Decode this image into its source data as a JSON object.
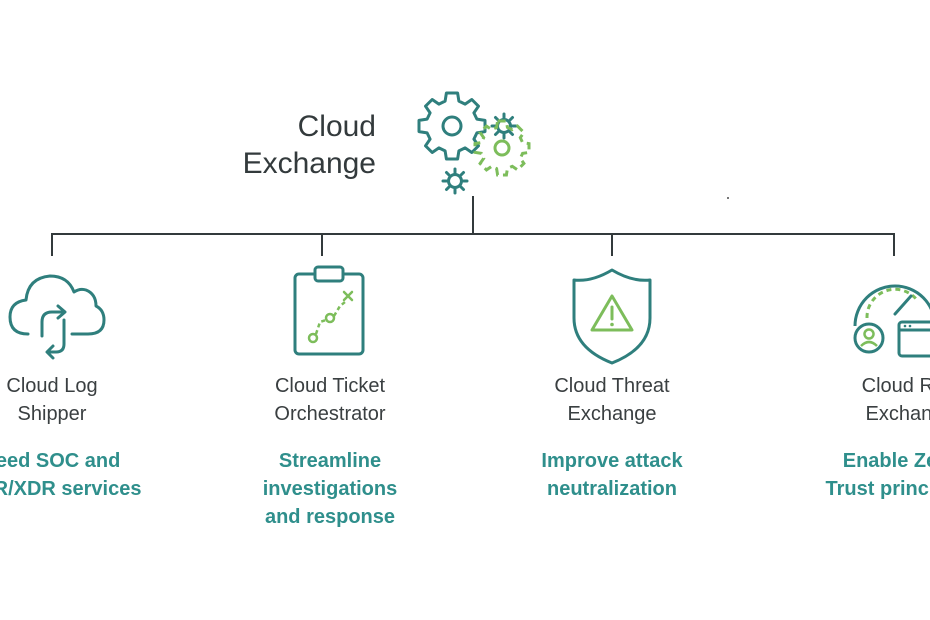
{
  "root": {
    "title_lines": [
      "Cloud",
      "Exchange"
    ],
    "icon": "gears-icon"
  },
  "modules": [
    {
      "title_lines": [
        "Cloud Log",
        "Shipper"
      ],
      "desc_lines": [
        "Feed SOC and",
        "MDR/XDR services"
      ],
      "icon": "cloud-sync-icon"
    },
    {
      "title_lines": [
        "Cloud Ticket",
        "Orchestrator"
      ],
      "desc_lines": [
        "Streamline",
        "investigations",
        "and response"
      ],
      "icon": "clipboard-workflow-icon"
    },
    {
      "title_lines": [
        "Cloud Threat",
        "Exchange"
      ],
      "desc_lines": [
        "Improve attack",
        "neutralization"
      ],
      "icon": "shield-warning-icon"
    },
    {
      "title_lines": [
        "Cloud Risk",
        "Exchange"
      ],
      "desc_lines": [
        "Enable Zero",
        "Trust principles"
      ],
      "icon": "risk-gauge-icon"
    }
  ],
  "colors": {
    "icon_teal": "#2f7f7d",
    "icon_green": "#7dbd5b",
    "desc_teal": "#2f8f8c",
    "line": "#333a3c"
  }
}
